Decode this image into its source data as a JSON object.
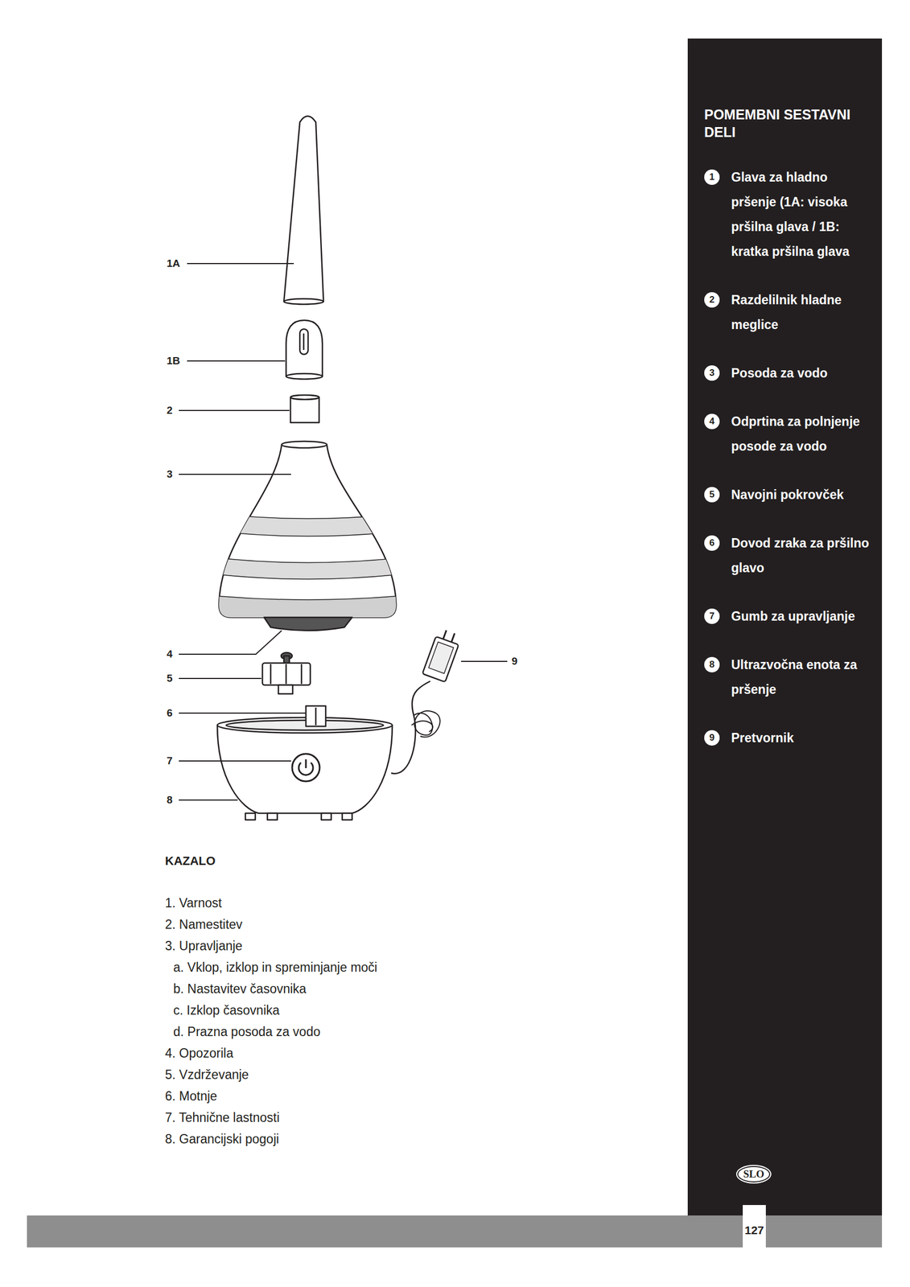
{
  "diagram": {
    "nodes": [
      {
        "text": [
          "POMEMBNI SESTAVNI DELI"
        ]
      },
      {
        "text": [
          "1",
          "Glava za hladno pršenje (1A: visoka pršilna glava / 1B: kratka pršilna glava"
        ],
        "in": 0
      },
      {
        "text": [
          "2",
          "Razdelilnik hladne meglice"
        ],
        "in": 0
      },
      {
        "text": [
          "3",
          "Posoda za vodo"
        ],
        "in": 0
      },
      {
        "text": [
          "4",
          "Odprtina za polnjenje posode za vodo"
        ],
        "in": 0
      },
      {
        "text": [
          "5",
          "Navojni pokrovček"
        ],
        "in": 0
      },
      {
        "text": [
          "6",
          "Dovod zraka za pršilno glavo"
        ],
        "in": 0
      },
      {
        "text": [
          "7",
          "Gumb za upravljanje"
        ],
        "in": 0
      },
      {
        "text": [
          "8",
          "Ultrazvočna enota za pršenje"
        ],
        "in": 0
      },
      {
        "text": [
          "9",
          "Pretvornik"
        ],
        "in": 0
      },
      {
        "text": [
          "SLO"
        ],
        "in": 0
      }
    ],
    "labels": [
      "1A",
      "1B",
      "2",
      "3",
      "4",
      "5",
      "6",
      "7",
      "8",
      "9",
      "KAZALO",
      "1. Varnost",
      "2. Namestitev",
      "3. Upravljanje",
      "a. Vklop, izklop in spreminjanje moči",
      "b. Nastavitev časovnika",
      "c. Izklop časovnika",
      "d. Prazna posoda za vodo",
      "4. Opozorila",
      "5. Vzdrževanje",
      "6. Motnje",
      "7. Tehnične lastnosti",
      "8. Garancijski pogoji",
      "127"
    ]
  }
}
